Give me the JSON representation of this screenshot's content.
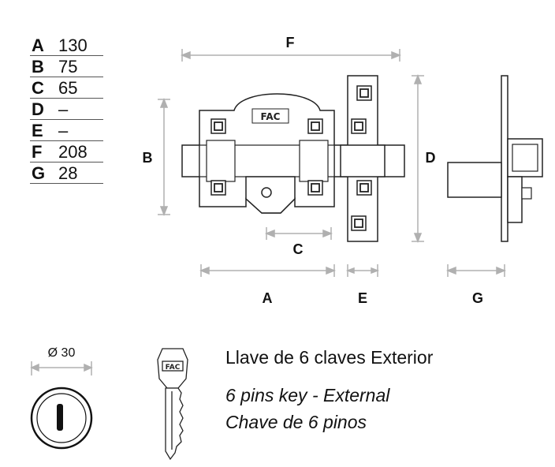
{
  "dimensions": [
    {
      "letter": "A",
      "value": "130"
    },
    {
      "letter": "B",
      "value": "75"
    },
    {
      "letter": "C",
      "value": "65"
    },
    {
      "letter": "D",
      "value": "–"
    },
    {
      "letter": "E",
      "value": "–"
    },
    {
      "letter": "F",
      "value": "208"
    },
    {
      "letter": "G",
      "value": "28"
    }
  ],
  "labels": {
    "A": "A",
    "B": "B",
    "C": "C",
    "D": "D",
    "E": "E",
    "F": "F",
    "G": "G"
  },
  "brand": "FAC",
  "cylinder_diameter": "Ø 30",
  "description": {
    "es": "Llave de 6 claves Exterior",
    "en": "6 pins key - External",
    "pt": "Chave de 6 pinos"
  },
  "colors": {
    "line": "#222222",
    "dimension": "#b0b0b0",
    "fill": "#ffffff"
  }
}
